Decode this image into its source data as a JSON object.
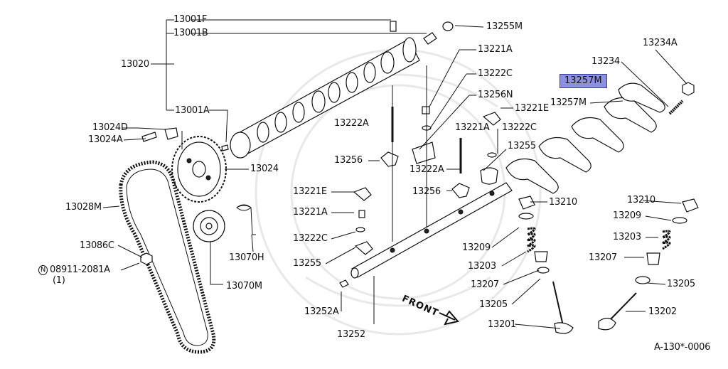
{
  "diagram": {
    "highlight_color": "#8d8fe0",
    "labels": {
      "p13001F": "13001F",
      "p13001B": "13001B",
      "p13020": "13020",
      "p13001A": "13001A",
      "p13024D": "13024D",
      "p13024A": "13024A",
      "p13024": "13024",
      "p13028M": "13028M",
      "p13086C": "13086C",
      "p08911": "08911-2081A",
      "p08911_qty": "(1)",
      "p08911_prefix": "N",
      "p13070H": "13070H",
      "p13070M": "13070M",
      "p13255M": "13255M",
      "p13221A_a": "13221A",
      "p13222C_a": "13222C",
      "p13256N": "13256N",
      "p13221E_a": "13221E",
      "p13222A_a": "13222A",
      "p13221A_b": "13221A",
      "p13222C_b": "13222C",
      "p13256_a": "13256",
      "p13255_a": "13255",
      "p13222A_b": "13222A",
      "p13221E_b": "13221E",
      "p13256_b": "13256",
      "p13221A_c": "13221A",
      "p13222C_c": "13222C",
      "p13255_b": "13255",
      "p13234": "13234",
      "p13234A": "13234A",
      "p13257M_hl": "13257M",
      "p13257M": "13257M",
      "p13210_a": "13210",
      "p13210_b": "13210",
      "p13209_a": "13209",
      "p13209_b": "13209",
      "p13203_a": "13203",
      "p13203_b": "13203",
      "p13207_a": "13207",
      "p13207_b": "13207",
      "p13205_a": "13205",
      "p13205_b": "13205",
      "p13201": "13201",
      "p13202": "13202",
      "p13252A": "13252A",
      "p13252": "13252",
      "front": "FRONT",
      "ref": "A-130*-0006"
    }
  }
}
